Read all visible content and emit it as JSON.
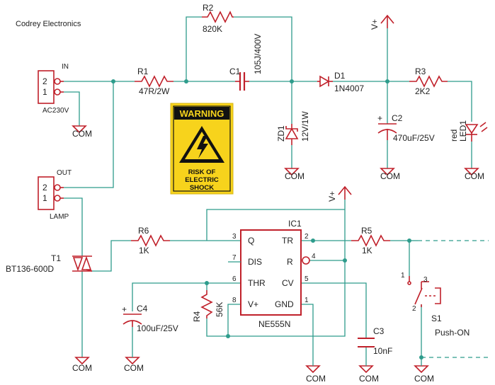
{
  "title": "Codrey Electronics",
  "connectors": {
    "in": {
      "header": "IN",
      "pin2": "2",
      "pin1": "1",
      "footer": "AC230V"
    },
    "out": {
      "header": "OUT",
      "pin2": "2",
      "pin1": "1",
      "footer": "LAMP"
    }
  },
  "ground_label": "COM",
  "supply_label": "V+",
  "components": {
    "r1": {
      "ref": "R1",
      "value": "47R/2W"
    },
    "r2": {
      "ref": "R2",
      "value": "820K"
    },
    "c1": {
      "ref": "C1",
      "value": "105J/400V"
    },
    "d1": {
      "ref": "D1",
      "value": "1N4007"
    },
    "zd1": {
      "ref": "ZD1",
      "value": "12V/1W"
    },
    "r3": {
      "ref": "R3",
      "value": "2K2"
    },
    "c2": {
      "ref": "C2",
      "value": "470uF/25V"
    },
    "led1": {
      "ref": "LED1",
      "value": "red"
    },
    "t1": {
      "ref": "T1",
      "value": "BT136-600D"
    },
    "r6": {
      "ref": "R6",
      "value": "1K"
    },
    "ic1": {
      "ref": "IC1",
      "value": "NE555N",
      "pins": {
        "q": "Q",
        "dis": "DIS",
        "thr": "THR",
        "vplus": "V+",
        "tr": "TR",
        "r": "R",
        "cv": "CV",
        "gnd": "GND"
      },
      "pin_numbers": {
        "p3": "3",
        "p7": "7",
        "p6": "6",
        "p8": "8",
        "p2": "2",
        "p4": "4",
        "p5": "5",
        "p1": "1"
      }
    },
    "r5": {
      "ref": "R5",
      "value": "1K"
    },
    "r4": {
      "ref": "R4",
      "value": "56K"
    },
    "c4": {
      "ref": "C4",
      "value": "100uF/25V"
    },
    "c3": {
      "ref": "C3",
      "value": "10nF"
    },
    "s1": {
      "ref": "S1",
      "value": "Push-ON",
      "pin1": "1",
      "pin2": "2",
      "pin3": "3"
    }
  },
  "warning": {
    "header": "WARNING",
    "line1": "RISK OF",
    "line2": "ELECTRIC",
    "line3": "SHOCK",
    "bg": "#f7d31c"
  },
  "colors": {
    "wire": "#2e9c8c",
    "component": "#c0202a"
  }
}
